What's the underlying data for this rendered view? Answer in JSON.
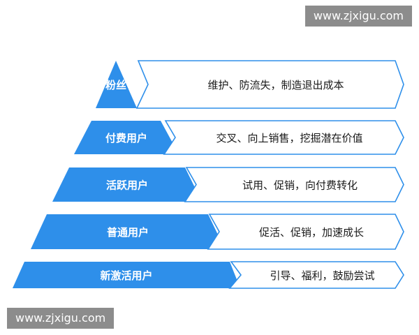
{
  "watermark_top": "www.zjxigu.com",
  "watermark_bottom": "www.zjxigu.com",
  "colors": {
    "pyramid": "#2e8fea",
    "outline": "#2e8fea",
    "tier_text": "#ffffff",
    "desc_text": "#1a1a1a"
  },
  "tiers": [
    {
      "label": "粉丝",
      "description": "维护、防流失，制造退出成本"
    },
    {
      "label": "付费用户",
      "description": "交叉、向上销售，挖掘潜在价值"
    },
    {
      "label": "活跃用户",
      "description": "试用、促销，向付费转化"
    },
    {
      "label": "普通用户",
      "description": "促活、促销，加速成长"
    },
    {
      "label": "新激活用户",
      "description": "引导、福利，鼓励尝试"
    }
  ]
}
